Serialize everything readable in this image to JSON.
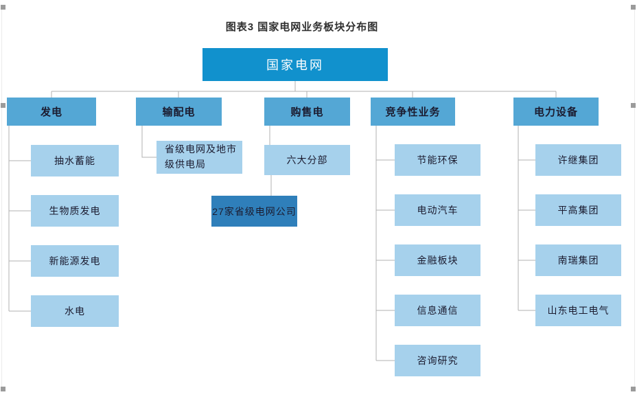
{
  "title": "图表3  国家电网业务板块分布图",
  "root": {
    "label": "国家电网"
  },
  "branches": {
    "generation": {
      "label": "发电",
      "children": [
        "抽水蓄能",
        "生物质发电",
        "新能源发电",
        "水电"
      ]
    },
    "transmission": {
      "label": "输配电",
      "children": [
        "省级电网及地市级供电局"
      ]
    },
    "trading": {
      "label": "购售电",
      "children": [
        "六大分部"
      ],
      "grandchild": "27家省级电网公司"
    },
    "competitive": {
      "label": "竞争性业务",
      "children": [
        "节能环保",
        "电动汽车",
        "金融板块",
        "信息通信",
        "咨询研究"
      ]
    },
    "equipment": {
      "label": "电力设备",
      "children": [
        "许继集团",
        "平高集团",
        "南瑞集团",
        "山东电工电气"
      ]
    }
  },
  "colors": {
    "root_blue": "#1191cd",
    "branch_blue": "#54a7d5",
    "leaf_blue": "#a6d1ec",
    "dark_leaf_blue": "#2f7fba",
    "line_gray": "#b0b0b0",
    "text_dark": "#1b1b2f",
    "title_color": "#2f2f2f"
  }
}
